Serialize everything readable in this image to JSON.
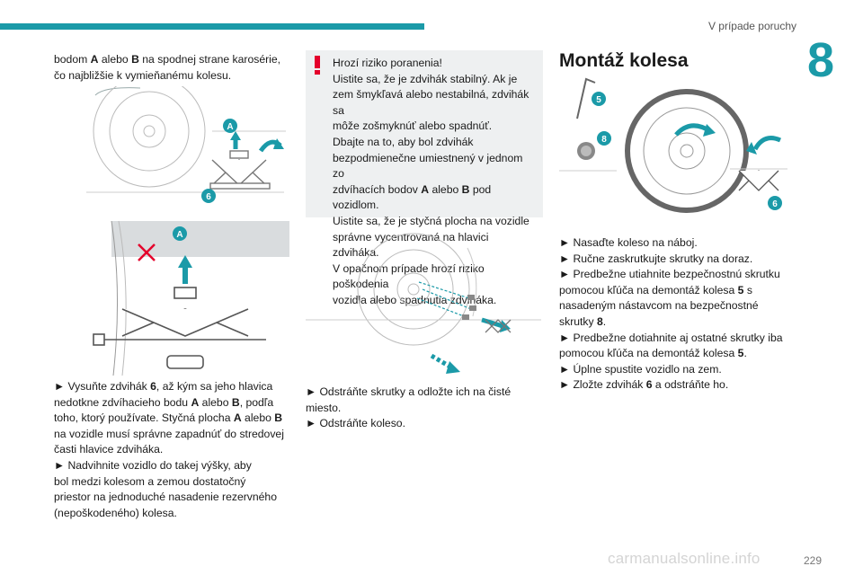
{
  "header": {
    "title": "V prípade poruchy",
    "chapter": "8"
  },
  "col1": {
    "intro": [
      [
        {
          "t": "bodom "
        },
        {
          "b": "A"
        },
        {
          "t": " alebo "
        },
        {
          "b": "B"
        },
        {
          "t": " na spodnej strane karosérie,"
        }
      ],
      [
        {
          "t": "čo najbližšie k vymieňanému kolesu."
        }
      ]
    ],
    "fig1_labels": [
      "A",
      "6"
    ],
    "fig2_labels": [
      "A"
    ],
    "para": [
      [
        {
          "t": "► Vysuňte zdvihák "
        },
        {
          "b": "6"
        },
        {
          "t": ", až kým sa jeho hlavica"
        }
      ],
      [
        {
          "t": "nedotkne zdvíhacieho bodu "
        },
        {
          "b": "A"
        },
        {
          "t": " alebo "
        },
        {
          "b": "B"
        },
        {
          "t": ", podľa"
        }
      ],
      [
        {
          "t": "toho, ktorý používate. Styčná plocha "
        },
        {
          "b": "A"
        },
        {
          "t": " alebo "
        },
        {
          "b": "B"
        }
      ],
      [
        {
          "t": "na vozidle musí správne zapadnúť do stredovej"
        }
      ],
      [
        {
          "t": "časti hlavice zdviháka."
        }
      ],
      [
        {
          "t": "► Nadvihnite vozidlo do takej výšky, aby"
        }
      ],
      [
        {
          "t": "bol medzi kolesom a zemou dostatočný"
        }
      ],
      [
        {
          "t": "priestor na jednoduché nasadenie rezervného"
        }
      ],
      [
        {
          "t": "(nepoškodeného) kolesa."
        }
      ]
    ]
  },
  "col2": {
    "warning": [
      [
        {
          "t": "Hrozí riziko poranenia!"
        }
      ],
      [
        {
          "t": "Uistite sa, že je zdvihák stabilný. Ak je"
        }
      ],
      [
        {
          "t": "zem šmykľavá alebo nestabilná, zdvihák sa"
        }
      ],
      [
        {
          "t": "môže zošmyknúť alebo spadnúť."
        }
      ],
      [
        {
          "t": "Dbajte na to, aby bol zdvihák"
        }
      ],
      [
        {
          "t": "bezpodmienečne umiestnený v jednom zo"
        }
      ],
      [
        {
          "t": "zdvíhacích bodov "
        },
        {
          "b": "A"
        },
        {
          "t": " alebo "
        },
        {
          "b": "B"
        },
        {
          "t": " pod vozidlom."
        }
      ],
      [
        {
          "t": "Uistite sa, že je styčná plocha na vozidle"
        }
      ],
      [
        {
          "t": "správne vycentrovaná na hlavici zdviháka."
        }
      ],
      [
        {
          "t": "V opačnom prípade hrozí riziko poškodenia"
        }
      ],
      [
        {
          "t": "vozidla alebo spadnutia zdviháka."
        }
      ]
    ],
    "para": [
      [
        {
          "t": "► Odstráňte skrutky a odložte ich na čisté"
        }
      ],
      [
        {
          "t": "miesto."
        }
      ],
      [
        {
          "t": "► Odstráňte koleso."
        }
      ]
    ]
  },
  "col3": {
    "title": "Montáž kolesa",
    "fig4_labels": [
      "5",
      "8",
      "6"
    ],
    "para": [
      [
        {
          "t": "► Nasaďte koleso na náboj."
        }
      ],
      [
        {
          "t": "► Ručne zaskrutkujte skrutky na doraz."
        }
      ],
      [
        {
          "t": "► Predbežne utiahnite bezpečnostnú skrutku"
        }
      ],
      [
        {
          "t": "pomocou kľúča na demontáž kolesa "
        },
        {
          "b": "5"
        },
        {
          "t": " s"
        }
      ],
      [
        {
          "t": "nasadeným nástavcom na bezpečnostné"
        }
      ],
      [
        {
          "t": "skrutky "
        },
        {
          "b": "8"
        },
        {
          "t": "."
        }
      ],
      [
        {
          "t": "► Predbežne dotiahnite aj ostatné skrutky iba"
        }
      ],
      [
        {
          "t": "pomocou kľúča na demontáž kolesa "
        },
        {
          "b": "5"
        },
        {
          "t": "."
        }
      ],
      [
        {
          "t": "► Úplne spustite vozidlo na zem."
        }
      ],
      [
        {
          "t": "► Zložte zdvihák "
        },
        {
          "b": "6"
        },
        {
          "t": " a odstráňte ho."
        }
      ]
    ]
  },
  "footer": {
    "page": "229",
    "watermark": "carmanualsonline.info"
  },
  "colors": {
    "accent": "#1b9aa8",
    "warning": "#e4002b",
    "box": "#eef0f1"
  }
}
